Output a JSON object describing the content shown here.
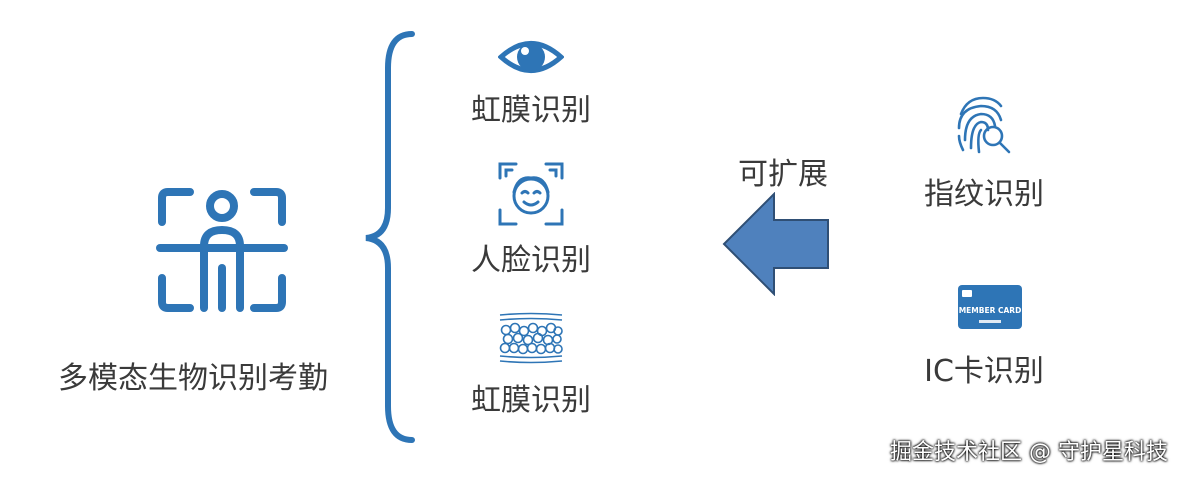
{
  "main": {
    "title": "多模态生物识别考勤",
    "person_icon": "person-scan-icon"
  },
  "methods": [
    {
      "label": "虹膜识别",
      "icon": "eye-icon"
    },
    {
      "label": "人脸识别",
      "icon": "face-scan-icon"
    },
    {
      "label": "虹膜识别",
      "icon": "vein-pattern-icon"
    }
  ],
  "expand": {
    "label": "可扩展",
    "arrow_color": "#4f81bd"
  },
  "extras": [
    {
      "label": "指纹识别",
      "icon": "fingerprint-search-icon"
    },
    {
      "label": "IC卡识别",
      "icon": "member-card-icon",
      "card_text": "MEMBER CARD"
    }
  ],
  "watermark": "掘金技术社区 @ 守护星科技",
  "colors": {
    "primary": "#2e75b6",
    "text": "#3a3a3a"
  }
}
